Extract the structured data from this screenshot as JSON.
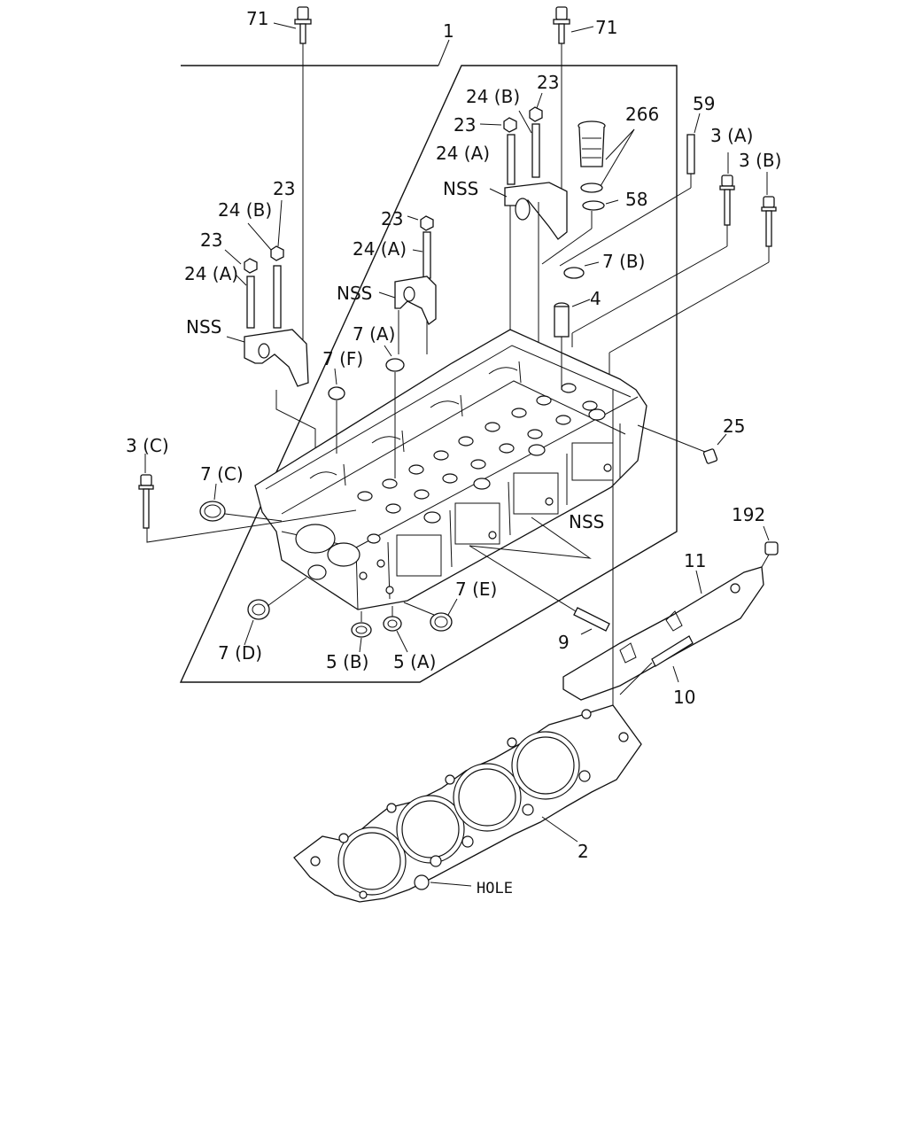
{
  "labels": {
    "l71a": "71",
    "l71b": "71",
    "l1": "1",
    "l24b_top": "24 (B)",
    "l23_top1": "23",
    "l23_top2": "23",
    "l24a_top": "24 (A)",
    "lnss_top": "NSS",
    "l266": "266",
    "l58": "58",
    "l59": "59",
    "l3a": "3 (A)",
    "l3b": "3 (B)",
    "l23_mid": "23",
    "l24a_mid": "24 (A)",
    "lnss_mid": "NSS",
    "l23_left": "23",
    "l24b_left": "24 (B)",
    "l23_left2": "23",
    "l24a_left": "24 (A)",
    "lnss_left": "NSS",
    "l7b": "7 (B)",
    "l4": "4",
    "l7a": "7 (A)",
    "l7f": "7 (F)",
    "l25": "25",
    "l3c": "3 (C)",
    "l7c": "7 (C)",
    "lnss_right": "NSS",
    "l192": "192",
    "l11": "11",
    "l7e": "7 (E)",
    "l9": "9",
    "l7d": "7 (D)",
    "l5b": "5 (B)",
    "l5a": "5 (A)",
    "l10": "10",
    "l2": "2",
    "lhole": "HOLE"
  }
}
